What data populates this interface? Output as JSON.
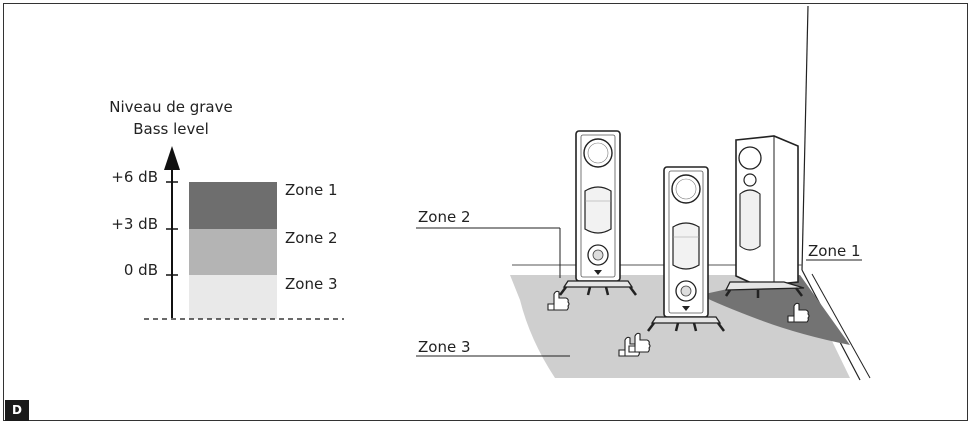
{
  "figure_label": "D",
  "legend": {
    "title_fr": "Niveau de grave",
    "title_en": "Bass level",
    "ticks": [
      "+6 dB",
      "+3 dB",
      "0 dB"
    ],
    "zones": [
      "Zone 1",
      "Zone 2",
      "Zone 3"
    ]
  },
  "room": {
    "zone1": "Zone 1",
    "zone2": "Zone 2",
    "zone3": "Zone 3"
  },
  "colors": {
    "zone1": "#6e6e6e",
    "zone2": "#b4b4b4",
    "zone3": "#e9e9e9",
    "floor": "#cfcfcf",
    "corner": "#737373"
  }
}
